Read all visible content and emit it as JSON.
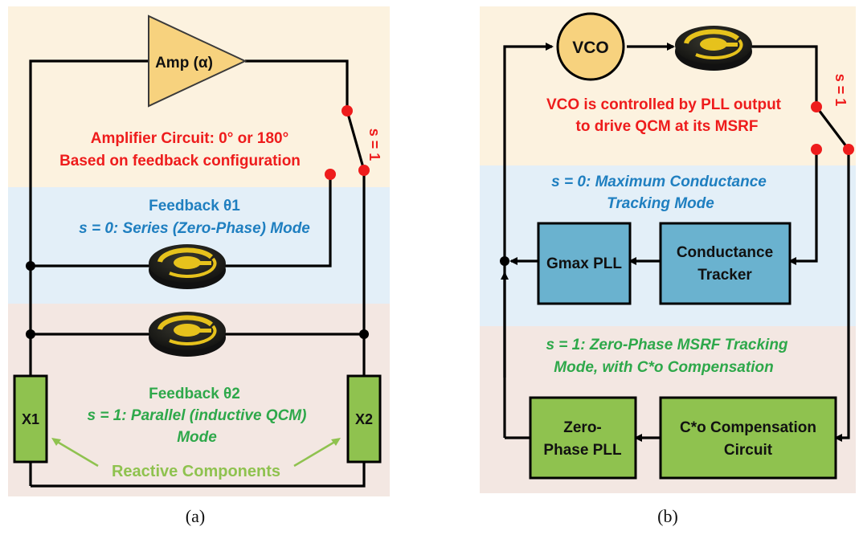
{
  "colors": {
    "band_top": "#fcf2df",
    "band_mid": "#e3eff8",
    "band_bottom": "#f3e7e2",
    "amp_fill": "#f7d27e",
    "block_blue": "#6ab2cf",
    "block_green": "#8fc24f",
    "text_red": "#ee1c1c",
    "text_blue": "#1f7fc0",
    "text_green": "#2ea84a",
    "text_light_green": "#8fc24f"
  },
  "panel_a": {
    "amp_label": "Amp (α)",
    "switch_label": "s = 1",
    "amp_text_line1": "Amplifier Circuit: 0° or 180°",
    "amp_text_line2": "Based on feedback configuration",
    "feedback1_title": "Feedback θ1",
    "feedback1_mode": "s = 0: Series (Zero-Phase) Mode",
    "feedback2_title": "Feedback θ2",
    "feedback2_mode_line1": "s = 1: Parallel (inductive QCM)",
    "feedback2_mode_line2": "Mode",
    "x1_label": "X1",
    "x2_label": "X2",
    "reactive_label": "Reactive Components",
    "caption": "(a)"
  },
  "panel_b": {
    "vco_label": "VCO",
    "switch_label": "s = 1",
    "vco_text_line1": "VCO is controlled by PLL output",
    "vco_text_line2": "to drive QCM at its MSRF",
    "mode0_line1": "s = 0: Maximum Conductance",
    "mode0_line2": "Tracking Mode",
    "gmax_label": "Gmax PLL",
    "tracker_line1": "Conductance",
    "tracker_line2": "Tracker",
    "mode1_line1": "s = 1: Zero-Phase MSRF Tracking",
    "mode1_line2": "Mode, with C*o Compensation",
    "zp_line1": "Zero-",
    "zp_line2": "Phase PLL",
    "comp_line1": "C*o Compensation",
    "comp_line2": "Circuit",
    "caption": "(b)"
  }
}
